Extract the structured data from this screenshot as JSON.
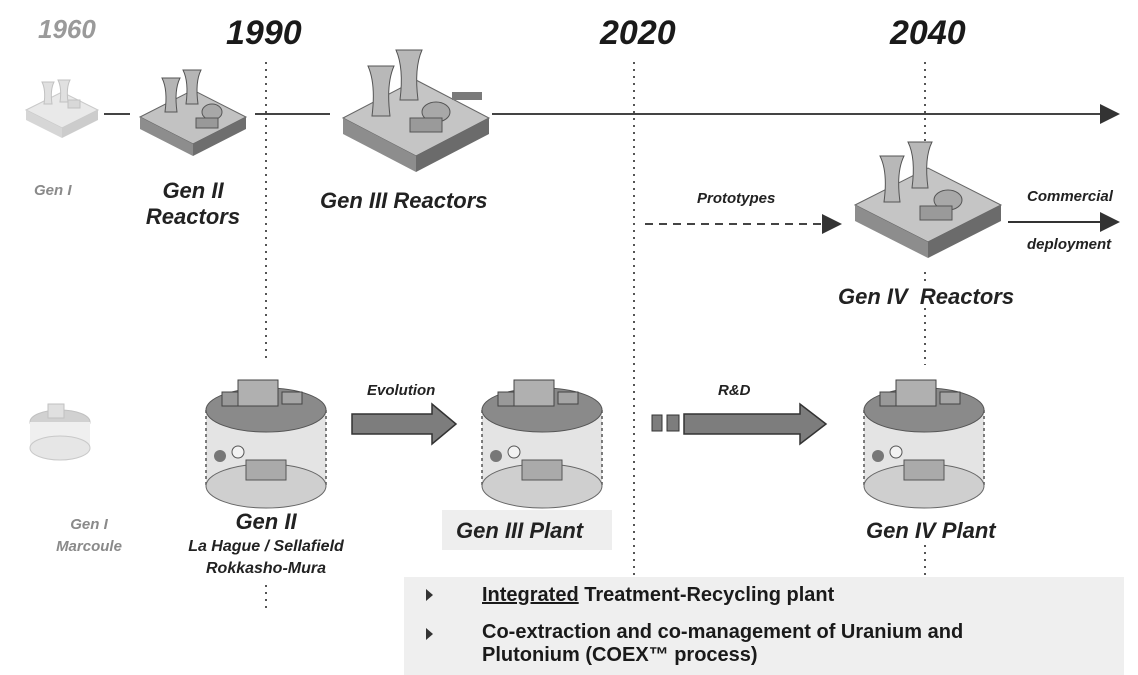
{
  "years": {
    "y1960": "1960",
    "y1990": "1990",
    "y2020": "2020",
    "y2040": "2040"
  },
  "reactors": {
    "gen1": "Gen I",
    "gen2_line1": "Gen II",
    "gen2_line2": "Reactors",
    "gen3": "Gen III Reactors",
    "gen4": "Gen IV  Reactors",
    "prototypes": "Prototypes",
    "commercial_line1": "Commercial",
    "commercial_line2": "deployment"
  },
  "plants": {
    "gen1_line1": "Gen I",
    "gen1_line2": "Marcoule",
    "gen2_title": "Gen II",
    "gen2_site1": "La Hague / Sellafield",
    "gen2_site2": "Rokkasho-Mura",
    "evolution": "Evolution",
    "gen3": "Gen III Plant",
    "rnd": "R&D",
    "gen4": "Gen IV Plant"
  },
  "bullets": [
    {
      "underlined": "Integrated",
      "rest": " Treatment-Recycling plant"
    },
    {
      "line1": "Co-extraction and co-management of Uranium and",
      "line2": "Plutonium (COEX™ process)"
    }
  ],
  "colors": {
    "plant_top": "#8a8a8a",
    "arrow_fill": "#7d7d7d",
    "reactor_base": "#9a9a9a"
  }
}
